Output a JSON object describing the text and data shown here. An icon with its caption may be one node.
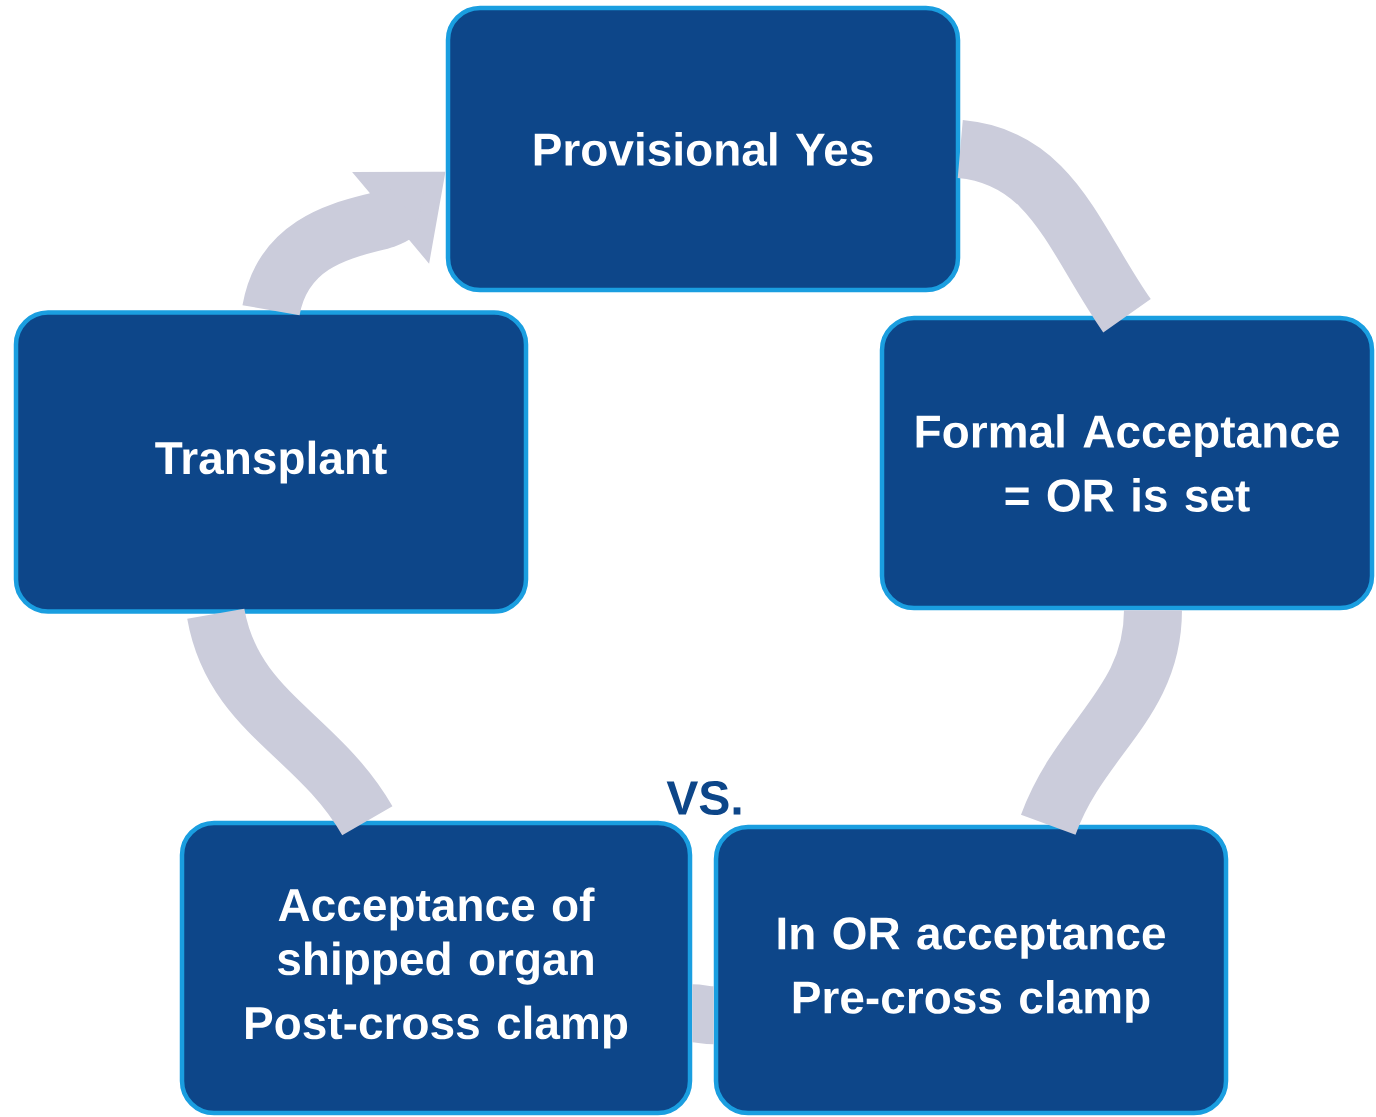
{
  "diagram": {
    "nodes": [
      {
        "text": [
          "Provisional Yes"
        ]
      },
      {
        "text": [
          "Transplant"
        ]
      },
      {
        "text": [
          "Formal Acceptance",
          "= OR is set"
        ]
      },
      {
        "text": [
          "Acceptance of shipped organ",
          "Post-cross clamp"
        ]
      },
      {
        "text": [
          "In OR acceptance",
          "Pre-cross clamp"
        ]
      }
    ],
    "edges": [
      {
        "from": 0,
        "to": 2,
        "arrow": "none"
      },
      {
        "from": 2,
        "to": 4,
        "arrow": "none"
      },
      {
        "from": 4,
        "to": 3,
        "arrow": "none"
      },
      {
        "from": 3,
        "to": 1,
        "arrow": "none"
      },
      {
        "from": 1,
        "to": 0,
        "arrow": "to"
      }
    ],
    "labels": [
      "VS."
    ]
  }
}
